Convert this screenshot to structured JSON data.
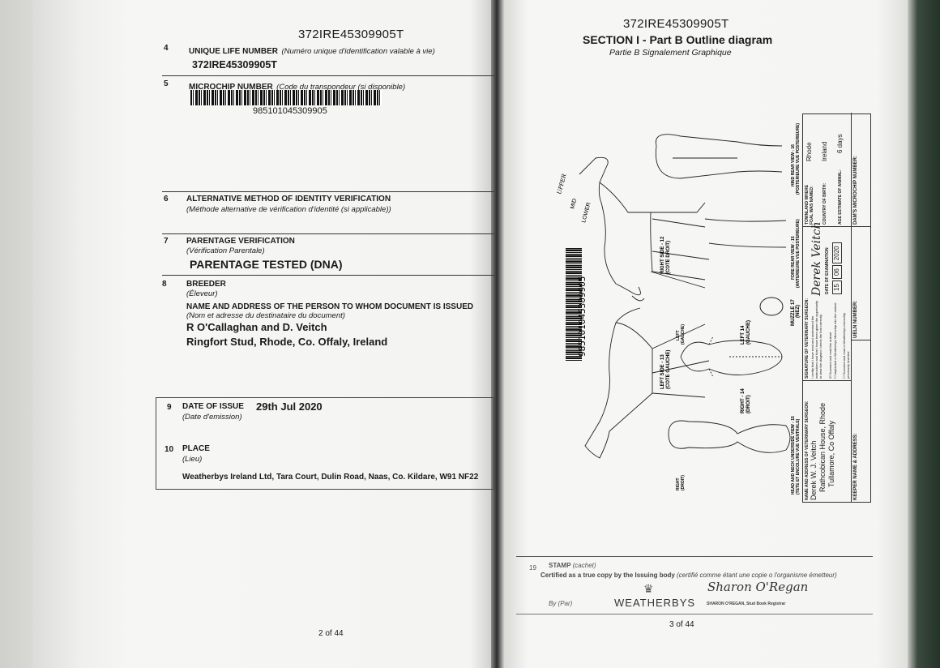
{
  "left_page": {
    "header_id": "372IRE45309905T",
    "fields": [
      {
        "num": "4",
        "label": "UNIQUE LIFE NUMBER",
        "label_fr": "(Numéro unique d'identification valable à vie)",
        "value": "372IRE45309905T"
      },
      {
        "num": "5",
        "label": "MICROCHIP NUMBER",
        "label_fr": "(Code du transpondeur (si disponible)",
        "value": "985101045309905"
      },
      {
        "num": "6",
        "label": "ALTERNATIVE METHOD OF IDENTITY VERIFICATION",
        "label_fr": "(Méthode alternative de vérification d'identité (si applicable))"
      },
      {
        "num": "7",
        "label": "PARENTAGE VERIFICATION",
        "label_fr": "(Vérification Parentale)",
        "value": "PARENTAGE TESTED (DNA)"
      },
      {
        "num": "8",
        "label": "BREEDER",
        "label_fr": "(Éleveur)",
        "sub_label": "NAME AND ADDRESS OF THE PERSON TO WHOM DOCUMENT IS ISSUED",
        "sub_label_fr": "(Nom et adresse du destinataire du document)",
        "value_line1": "R O'Callaghan and D. Veitch",
        "value_line2": "Ringfort Stud, Rhode, Co. Offaly, Ireland"
      },
      {
        "num": "9",
        "label": "DATE OF ISSUE",
        "label_fr": "(Date d'emission)",
        "value": "29th Jul 2020"
      },
      {
        "num": "10",
        "label": "PLACE",
        "label_fr": "(Lieu)",
        "value": "Weatherbys Ireland Ltd, Tara Court, Dulin Road, Naas, Co. Kildare, W91 NF22"
      }
    ],
    "page_number": "2 of 44"
  },
  "right_page": {
    "header_id": "372IRE45309905T",
    "section_title": "SECTION I - Part B Outline diagram",
    "section_subtitle": "Partie B Signalement Graphique",
    "barcode_number": "985101045309905",
    "diagram_labels": {
      "right_side": "RIGHT SIDE - 12",
      "right_side_fr": "(COTE DROIT)",
      "left_side": "LEFT SIDE - 13",
      "left_side_fr": "(COTE GAUCHE)",
      "left_14": "LEFT 14",
      "left_14_fr": "(GAUCHE)",
      "right_14": "RIGHT - 14",
      "right_14_fr": "(DROIT)",
      "muzzle": "MUZZLE 17",
      "muzzle_fr": "(NEZ)",
      "fore_rear": "FORE REAR VIEW - 15",
      "fore_rear_fr": "(ANTERIEURE VUE POSTERIEURE)",
      "hind_rear": "HIND REAR VIEW - 16",
      "hind_rear_fr": "(POSTERIEURE VUE POSTERIEURE)",
      "head_neck": "HEAD AND NECK UNDERSIDE VIEW - 15",
      "head_neck_fr": "(TETE ET ENCOLURE VUE VENTRALE)",
      "left": "LEFT",
      "left_fr": "(GAUCHE)",
      "right": "RIGHT",
      "right_fr": "(DROIT)",
      "upper": "UPPER",
      "mid": "MID",
      "lower": "LOWER"
    },
    "vet_form": {
      "vet_name_label": "NAME AND ADDRESS OF VETERINARY SURGEON:",
      "vet_name_lines": [
        "Derek W. J. Veitch",
        "Rathcobican House, Rhode",
        "Tullamore, Co Offaly"
      ],
      "signature_label": "SIGNATURE OF VETERINARY SURGEON:",
      "certify_text": "I certify that I have read and understood the instructions and that I have been given the opportunity to view the diagram / check the foal correctly.",
      "checkbox_1": "Scanned and read the animal",
      "checkbox_2": "Implanted a Weatherbys Microchip into the animal",
      "checkbox_3": "Scanned and read a Weatherbys microchip previously inserted",
      "signature": "Derek Veitch",
      "date_label": "DATE OF EXAMINATION",
      "date_day": "15",
      "date_month": "06",
      "date_year": "2020",
      "townland_label": "TOWNLAND WHERE FOAL WAS NAMED:",
      "townland": "Rhode",
      "country_label": "COUNTRY OF BIRTH:",
      "country": "Ireland",
      "age_label": "AGE ESTIMATE OF ANIMAL:",
      "age": "6 days",
      "keeper_label": "KEEPER NAME & ADDRESS:",
      "ueln_label": "UELN NUMBER:",
      "dam_chip_label": "DAM'S MICROCHIP NUMBER:"
    },
    "stamp": {
      "num": "19",
      "label": "STAMP",
      "label_fr": "(cachet)",
      "certified": "Certified as a true copy by the Issuing body",
      "certified_fr": "(certifié comme étant une copie o l'organisme émetteur)",
      "by": "By (Par)",
      "logo": "WEATHERBYS",
      "signature": "Sharon O'Regan",
      "signatory": "SHARON O'REGAN, Stud Book Registrar"
    },
    "page_number": "3 of 44"
  }
}
